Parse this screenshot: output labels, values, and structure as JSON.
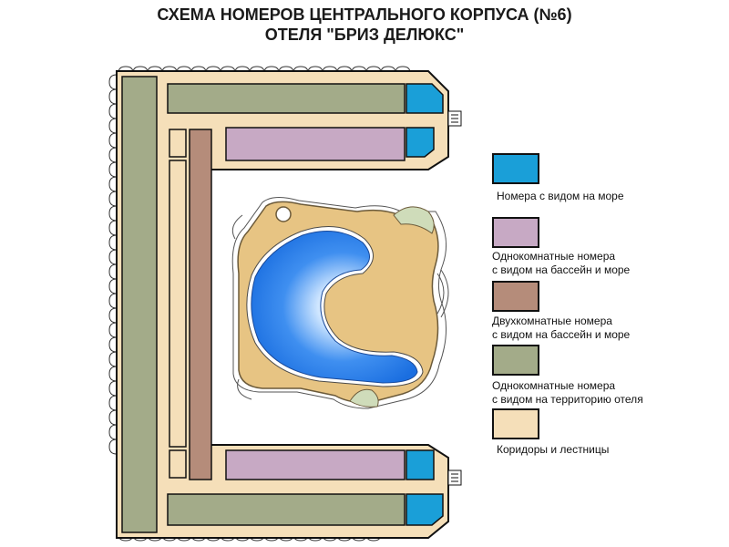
{
  "title": {
    "line1": "СХЕМА НОМЕРОВ ЦЕНТРАЛЬНОГО КОРПУСА (№6)",
    "line2": "ОТЕЛЯ \"БРИЗ ДЕЛЮКС\""
  },
  "colors": {
    "sea_view": "#1a9fd8",
    "one_room_pool_sea": "#c7a9c4",
    "two_room_pool_sea": "#b58c7a",
    "one_room_territory": "#a3ab89",
    "corridors_stairs": "#f5dfb9",
    "pool_deck": "#e7c483",
    "pool_water": "#2a7fe0",
    "lawn": "#cfdcba"
  },
  "legend": [
    {
      "key": "sea_view",
      "line1": "Номера с видом на море",
      "line2": ""
    },
    {
      "key": "one_room_pool_sea",
      "line1": "Однокомнатные номера",
      "line2": "с видом на бассейн и море"
    },
    {
      "key": "two_room_pool_sea",
      "line1": "Двухкомнатные номера",
      "line2": "с видом на бассейн и море"
    },
    {
      "key": "one_room_territory",
      "line1": "Однокомнатные номера",
      "line2": "с видом на территорию отеля"
    },
    {
      "key": "corridors_stairs",
      "line1": "Коридоры и лестницы",
      "line2": ""
    }
  ]
}
